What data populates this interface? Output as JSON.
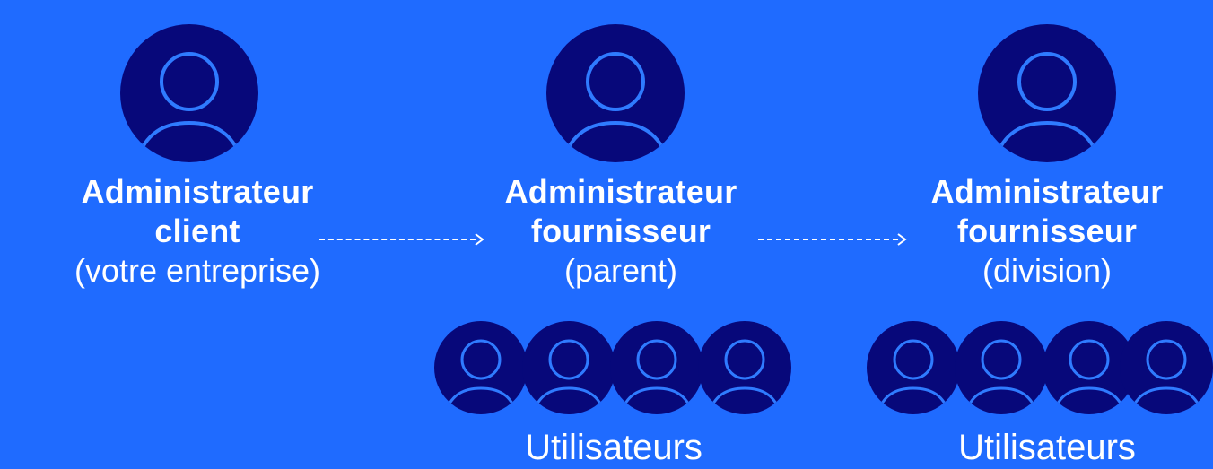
{
  "diagram": {
    "admins": [
      {
        "title_lines": [
          "Administrateur",
          "client"
        ],
        "subtitle": "(votre entreprise)"
      },
      {
        "title_lines": [
          "Administrateur",
          "fournisseur"
        ],
        "subtitle": "(parent)"
      },
      {
        "title_lines": [
          "Administrateur",
          "fournisseur"
        ],
        "subtitle": "(division)"
      }
    ],
    "user_groups": [
      {
        "label": "Utilisateurs",
        "count": 4
      },
      {
        "label": "Utilisateurs",
        "count": 4
      }
    ],
    "colors": {
      "background": "#1f6bff",
      "avatar_fill": "#07087a",
      "avatar_stroke": "#2f7bff",
      "text": "#ffffff"
    },
    "icons": {
      "admin_avatar": "user-icon",
      "arrow": "arrow-right-icon"
    }
  }
}
